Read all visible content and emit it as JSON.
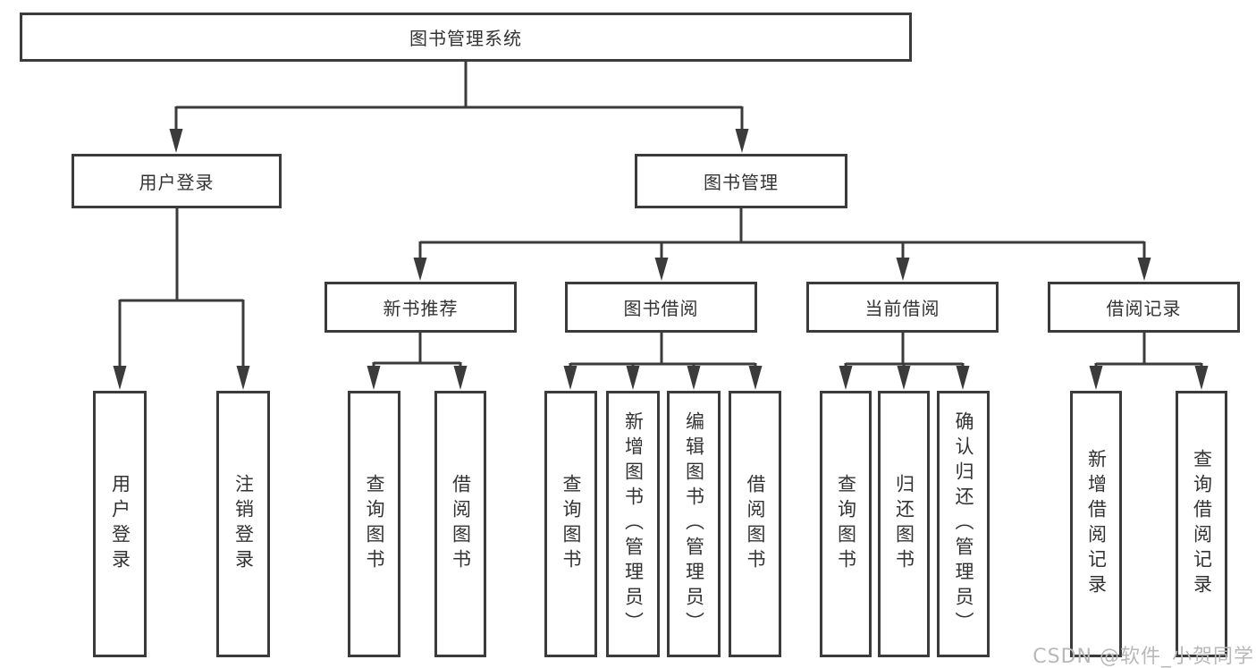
{
  "diagram": {
    "type": "hierarchy-tree",
    "line_color": "#3b3b3b",
    "text_color": "#333333",
    "root": {
      "label": "图书管理系统"
    },
    "children": [
      {
        "label": "用户登录",
        "children": [
          {
            "label": "用户登录"
          },
          {
            "label": "注销登录"
          }
        ]
      },
      {
        "label": "图书管理",
        "children": [
          {
            "label": "新书推荐",
            "children": [
              {
                "label": "查询图书"
              },
              {
                "label": "借阅图书"
              }
            ]
          },
          {
            "label": "图书借阅",
            "children": [
              {
                "label": "查询图书"
              },
              {
                "label": "新增图书（管理员）"
              },
              {
                "label": "编辑图书（管理员）"
              },
              {
                "label": "借阅图书"
              }
            ]
          },
          {
            "label": "当前借阅",
            "children": [
              {
                "label": "查询图书"
              },
              {
                "label": "归还图书"
              },
              {
                "label": "确认归还（管理员）"
              }
            ]
          },
          {
            "label": "借阅记录",
            "children": [
              {
                "label": "新增借阅记录"
              },
              {
                "label": "查询借阅记录"
              }
            ]
          }
        ]
      }
    ]
  },
  "watermark": {
    "text": "CSDN @软件_小贺同学"
  }
}
